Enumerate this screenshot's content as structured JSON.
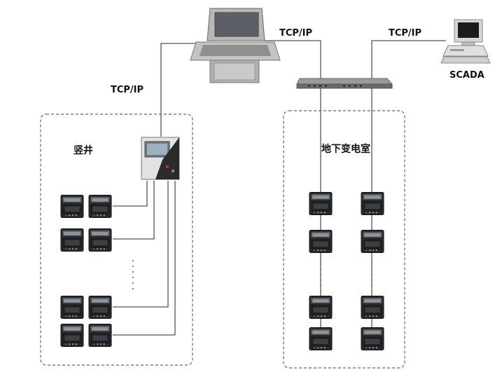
{
  "labels": {
    "tcpip_left": "TCP/IP",
    "tcpip_top": "TCP/IP",
    "tcpip_right": "TCP/IP",
    "scada": "SCADA",
    "shaft": "竖井",
    "substation": "地下变电室"
  },
  "icons": {
    "workstation": "computer-console-icon",
    "switch": "network-switch-icon",
    "scada": "desktop-computer-icon",
    "gateway": "gateway-cabinet-icon",
    "meter": "power-meter-icon"
  },
  "colors": {
    "line": "#555555",
    "dash": "#666666",
    "device_dark": "#2a2a2a",
    "screen": "#8a95a0"
  }
}
